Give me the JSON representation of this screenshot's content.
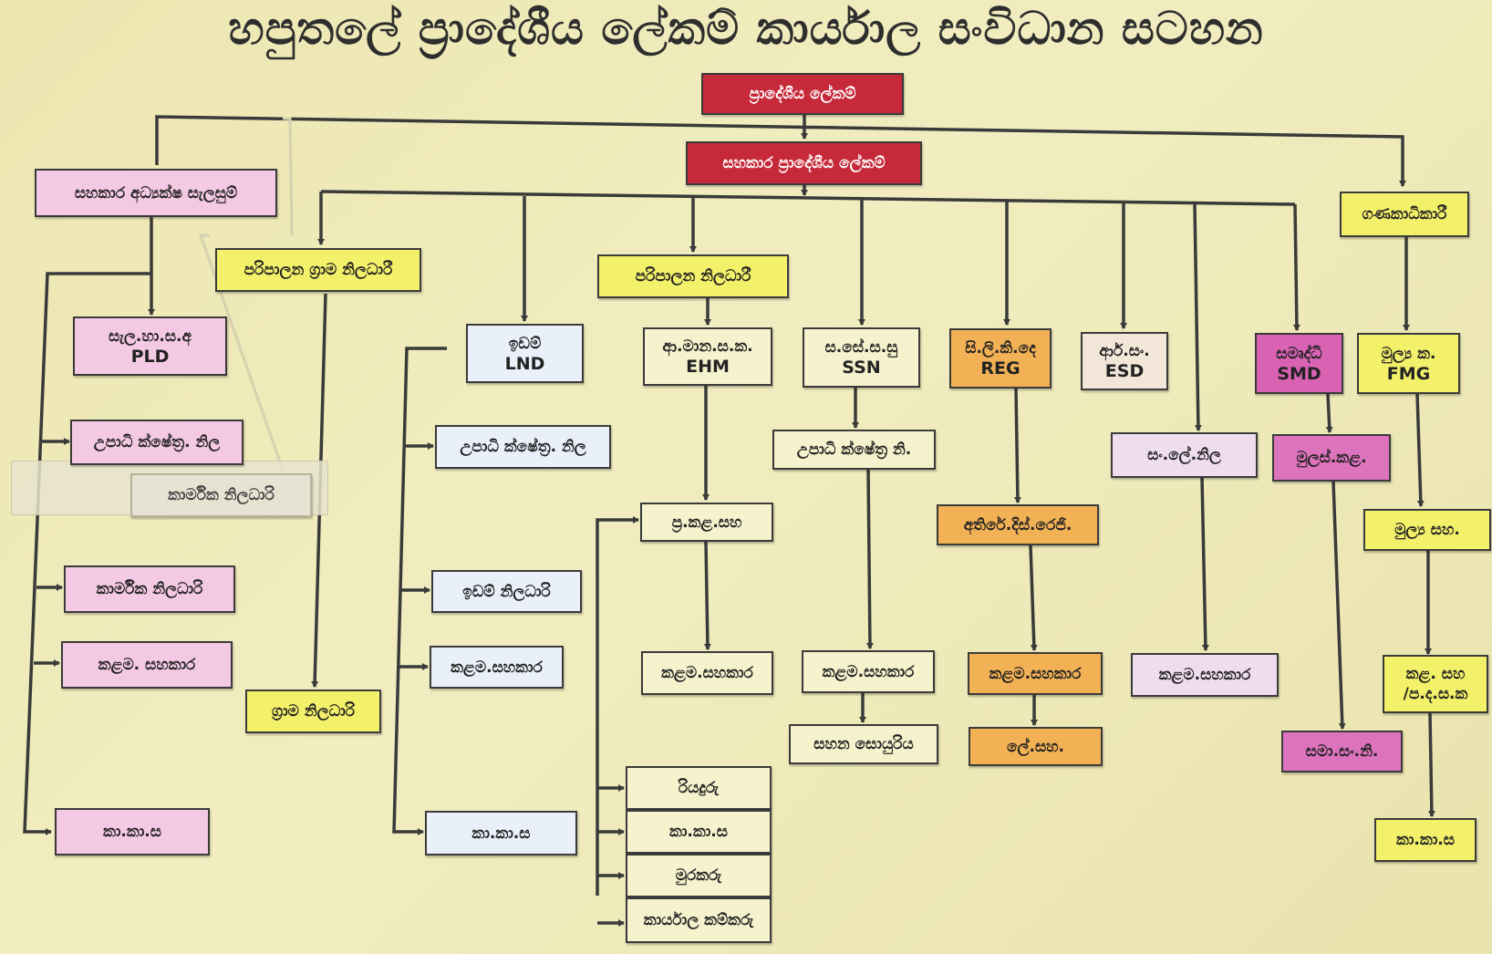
{
  "title": "හපුතලේ ප්‍රාදේශීය ලේකම් කාර්යාල සංවිධාන සටහන",
  "boxes": {
    "ds": "ප්‍රාදේශීය ලේකම්",
    "ads": "සහකාර ප්‍රාදේශීය ලේකම්",
    "acd_planning": "සහකාර අධ්‍යක්ෂ සැලසුම්",
    "admin_gn": "පරිපාලන ග්‍රාම නිලධාරී",
    "admin_officer": "පරිපාලන නිලධාරී",
    "accountant": "ගණකාධිකාරී",
    "pld_si": "සැල.හා.ස.අ",
    "pld_en": "PLD",
    "dev_officer_pld": "උපාධි ක්ෂේත්‍ර. නිල",
    "hr_officer_tape": "කාර්මික නිලධාරි",
    "hr_officer": "කාර්මික නිලධාරි",
    "mgmt_asst_pld": "කළම. සහකාර",
    "gn": "ග්‍රාම නිලධාරි",
    "kks_pld": "කා.කා.ස",
    "lnd_si": "ඉඩම්",
    "lnd_en": "LND",
    "dev_officer_lnd": "උපාධි ක්ෂේත්‍ර. නිල",
    "land_officer": "ඉඩම් නිලධාරි",
    "mgmt_asst_lnd": "කළම.සහකාර",
    "kks_lnd": "කා.කා.ස",
    "ehm_si": "ආ.මාන.ස.ක.",
    "ehm_en": "EHM",
    "chief_mgmt_asst": "ප්‍ර.කළ.සහ",
    "mgmt_asst_ehm": "කළම.සහකාර",
    "driver": "රියදුරු",
    "kks_ehm": "කා.කා.ස",
    "watcher": "මුරකරු",
    "office_labourer": "කාර්යාල කම්කරු",
    "ssn_si": "ස.සේ.ස.සු",
    "ssn_en": "SSN",
    "dev_officer_ssn": "උපාධි ක්ෂේත්‍ර නි.",
    "mgmt_asst_ssn": "කළම.සහකාර",
    "welfare": "සහන සොයුරිය",
    "reg_si": "සි.ලි.කි.දෙ",
    "reg_en": "REG",
    "add_dist_reg": "අතිරේ.දිස්.රෙජි.",
    "mgmt_asst_reg": "කළම.සහකාර",
    "clerk_asst": "ලේ.සහ.",
    "esd_si": "ආර්.සං.",
    "esd_en": "ESD",
    "cul_officer": "සං.ලේ.නිල",
    "mgmt_asst_esd": "කළම.සහකාර",
    "smd_si": "සමෘද්ධි",
    "smd_en": "SMD",
    "mulas_kal": "මුලස්.කළ.",
    "sama_san_ni": "සමා.සං.නි.",
    "fmg_si": "මුල්‍ය ක.",
    "fmg_en": "FMG",
    "fin_asst": "මුල්‍ය සහ.",
    "mgmt_pdsk_1": "කළ. සහ",
    "mgmt_pdsk_2": "/ප.ද.ස.ක",
    "kks_fmg": "කා.කා.ස"
  }
}
